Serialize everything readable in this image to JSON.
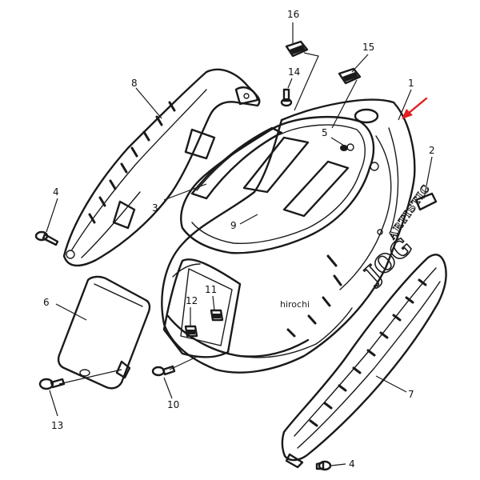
{
  "callouts": {
    "c1": "1",
    "c2": "2",
    "c3": "3",
    "c4a": "4",
    "c4b": "4",
    "c5": "5",
    "c6": "6",
    "c7": "7",
    "c8": "8",
    "c9": "9",
    "c10": "10",
    "c11": "11",
    "c12": "12",
    "c13": "13",
    "c14": "14",
    "c15": "15",
    "c16": "16"
  },
  "watermark": "hirochi",
  "body_logo": "JOG",
  "body_model": "ARTISTIC",
  "arrow_color": "#e02020"
}
